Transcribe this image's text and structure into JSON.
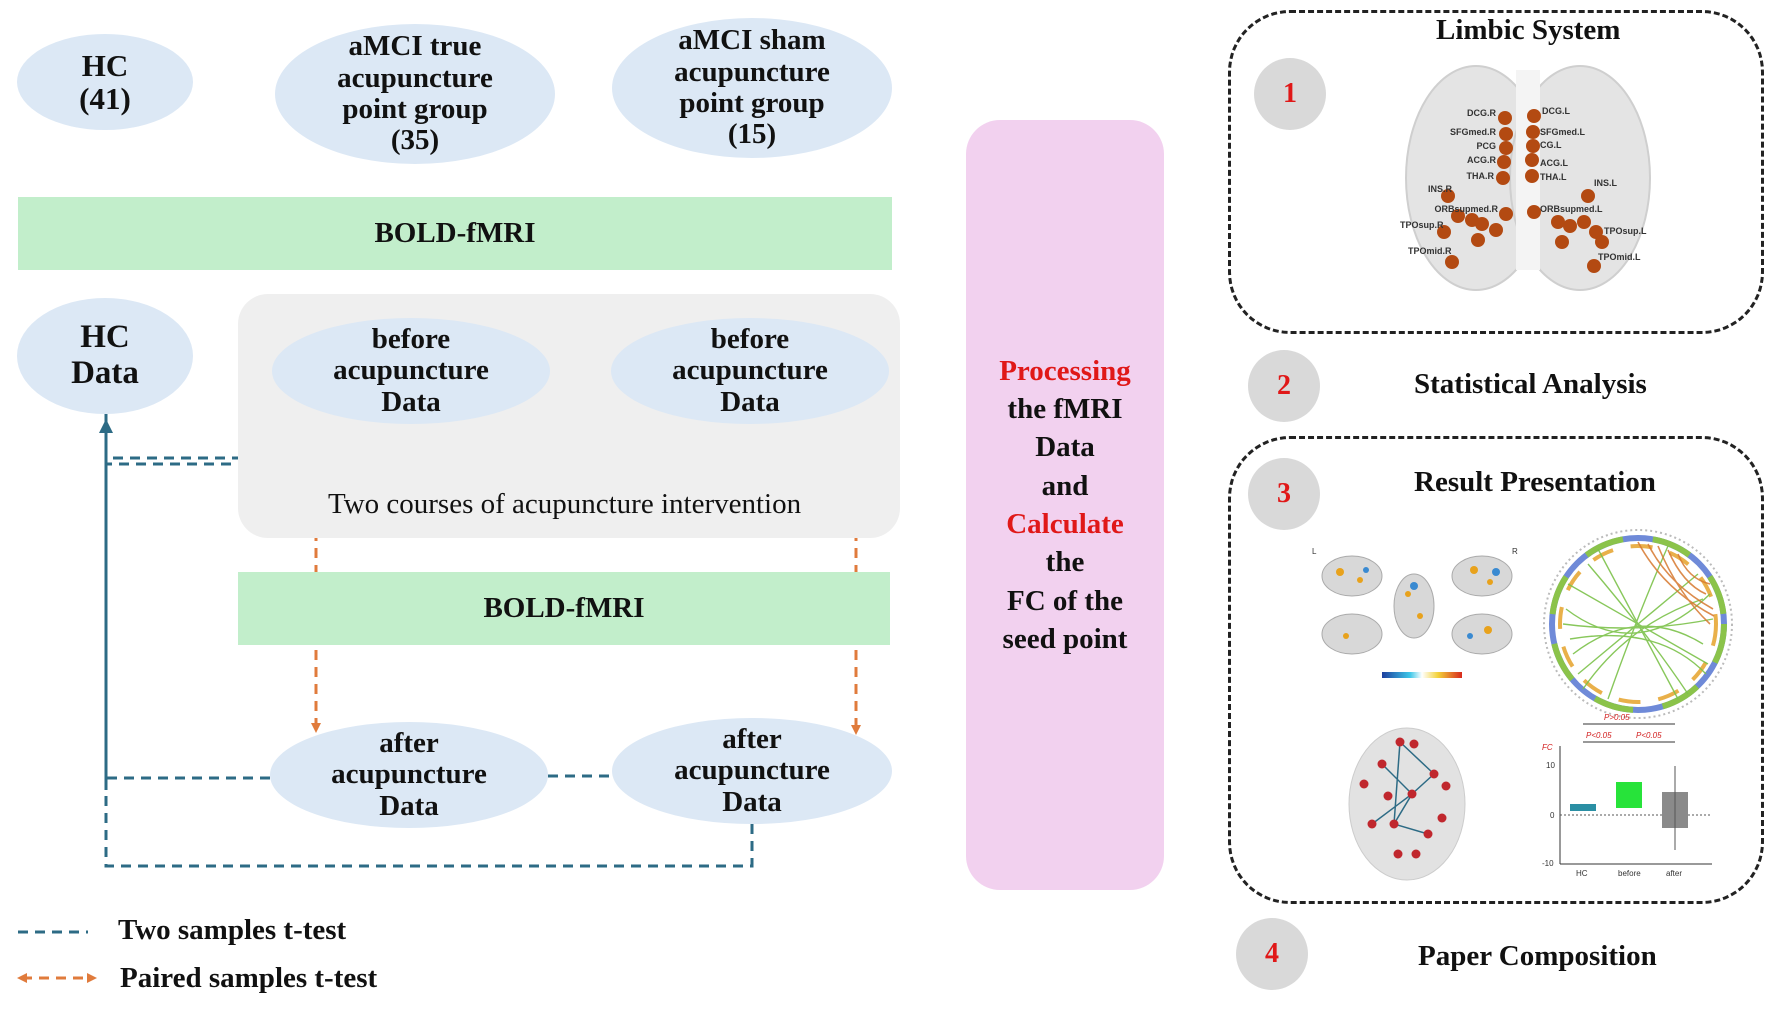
{
  "groups": {
    "hc": {
      "line1": "HC",
      "line2": "(41)"
    },
    "true_group": {
      "line1": "aMCI true",
      "line2": "acupuncture",
      "line3": "point group",
      "line4": "(35)"
    },
    "sham_group": {
      "line1": "aMCI sham",
      "line2": "acupuncture",
      "line3": "point group",
      "line4": "(15)"
    }
  },
  "bold_top": "BOLD-fMRI",
  "bold_mid": "BOLD-fMRI",
  "hc_data": {
    "line1": "HC",
    "line2": "Data"
  },
  "before_true": {
    "line1": "before",
    "line2": "acupuncture",
    "line3": "Data"
  },
  "before_sham": {
    "line1": "before",
    "line2": "acupuncture",
    "line3": "Data"
  },
  "after_true": {
    "line1": "after",
    "line2": "acupuncture",
    "line3": "Data"
  },
  "after_sham": {
    "line1": "after",
    "line2": "acupuncture",
    "line3": "Data"
  },
  "intervention_label": "Two courses of acupuncture intervention",
  "process": {
    "word1": "Processing",
    "word2": "the fMRI",
    "word3": "Data",
    "word4": "and",
    "word5": "Calculate",
    "word6": "the",
    "word7": "FC of the",
    "word8": "seed point"
  },
  "steps": [
    {
      "number": "1",
      "title": "Limbic System"
    },
    {
      "number": "2",
      "title": "Statistical Analysis"
    },
    {
      "number": "3",
      "title": "Result Presentation"
    },
    {
      "number": "4",
      "title": "Paper Composition"
    }
  ],
  "legend": {
    "two_samples": "Two samples t-test",
    "paired_samples": "Paired samples t-test"
  },
  "brain_labels": {
    "dcg_r": "DCG.R",
    "dcg_l": "DCG.L",
    "sfgmed_r": "SFGmed.R",
    "sfgmed_l": "SFGmed.L",
    "pcg": "PCG",
    "cg_l": "CG.L",
    "acg_r": "ACG.R",
    "acg_l": "ACG.L",
    "tha_r": "THA.R",
    "tha_l": "THA.L",
    "ins_r": "INS.R",
    "ins_l": "INS.L",
    "orbsupmed_r": "ORBsupmed.R",
    "orbsupmed_l": "ORBsupmed.L",
    "tposup_r": "TPOsup.R",
    "tposup_l": "TPOsup.L",
    "tpomid_r": "TPOmid.R",
    "tpomid_l": "TPOmid.L"
  },
  "result_panel": {
    "left_label": "L",
    "right_label": "R",
    "fc_axis": "FC",
    "p_top": "P>0.05",
    "p_left": "P<0.05",
    "p_right": "P<0.05",
    "tick_10": "10",
    "tick_0": "0",
    "tick_neg10": "-10",
    "cat_hc": "HC",
    "cat_before": "before",
    "cat_after": "after"
  },
  "colors": {
    "ellipse": "#dce8f5",
    "band": "#c2eecb",
    "process": "#f2d1ef",
    "two_samples_line": "#2d6b85",
    "paired_line": "#e07b3c",
    "highlight_red": "#e01818"
  }
}
